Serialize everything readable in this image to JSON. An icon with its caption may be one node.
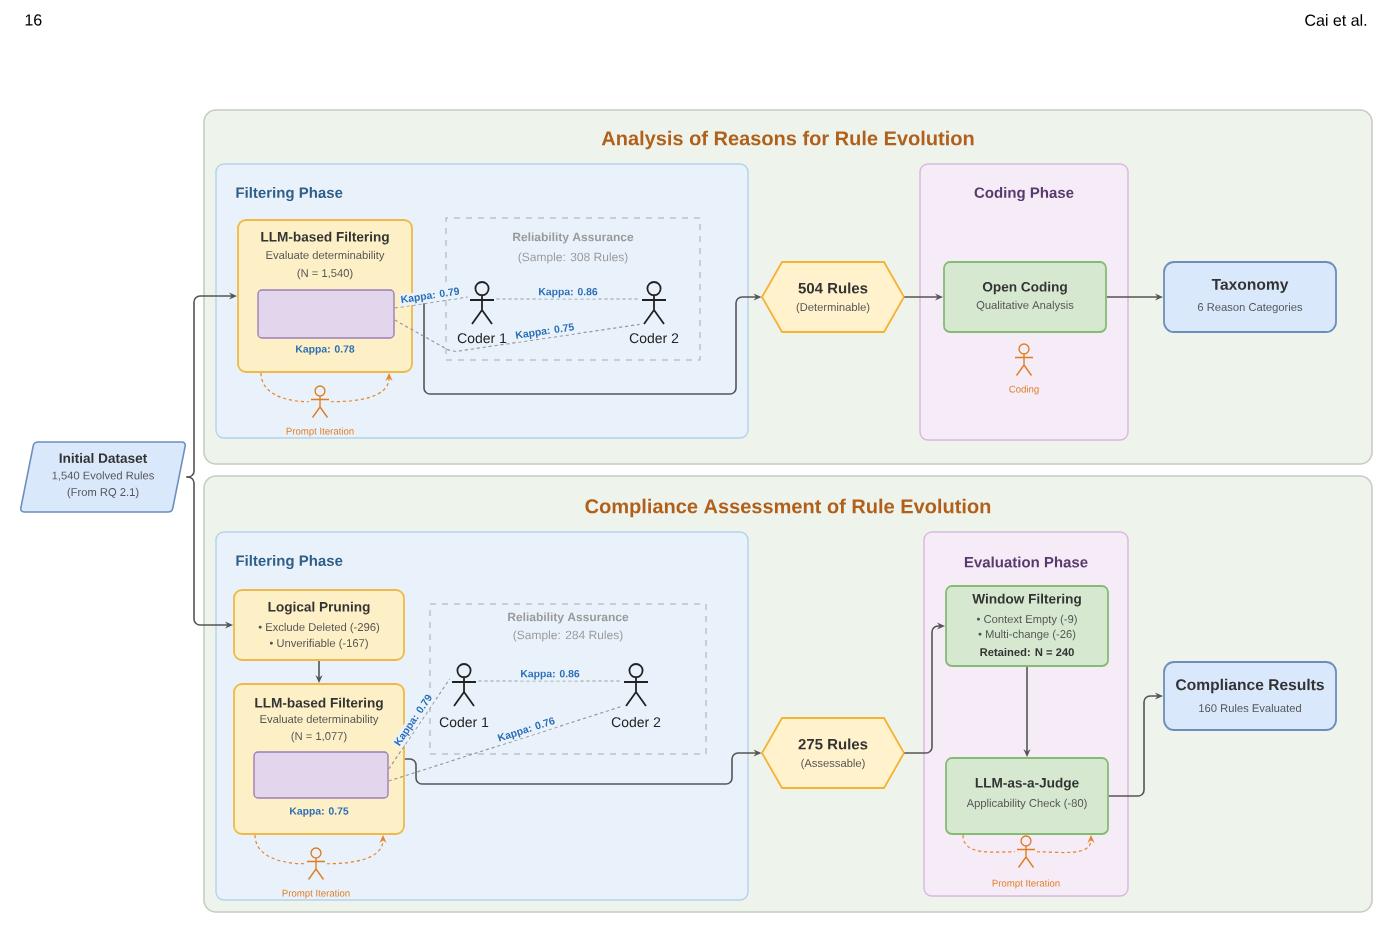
{
  "diagram": {
    "nodes": [
      {
        "text": [
          "Analysis of Reasons for Rule Evolution"
        ]
      },
      {
        "text": [
          "Filtering Phase"
        ],
        "in": 0
      },
      {
        "text": [
          "LLM-based Filtering",
          "Evaluate determinability",
          "(N = 1,540)",
          "Kappa: 0.78"
        ],
        "in": 1
      },
      {
        "text": [],
        "shape": "box",
        "in": 2
      },
      {
        "text": [
          "Reliability Assurance",
          "(Sample: 308 Rules)"
        ],
        "in": 1
      },
      {
        "text": [
          "Coder 1"
        ],
        "in": 4
      },
      {
        "text": [
          "Coder 2"
        ],
        "in": 4
      },
      {
        "text": [
          "Prompt Iteration"
        ],
        "in": 1
      },
      {
        "text": [
          "504 Rules",
          "(Determinable)"
        ],
        "in": 0
      },
      {
        "text": [
          "Coding Phase"
        ],
        "in": 0
      },
      {
        "text": [
          "Open Coding",
          "Qualitative Analysis"
        ],
        "in": 9
      },
      {
        "text": [
          "Coding"
        ],
        "in": 9
      },
      {
        "text": [
          "Taxonomy",
          "6 Reason Categories"
        ],
        "in": 0
      },
      {
        "text": [
          "Initial Dataset",
          "1,540 Evolved Rules",
          "(From RQ 2.1)"
        ]
      },
      {
        "text": [
          "Compliance Assessment of Rule Evolution"
        ]
      },
      {
        "text": [
          "Filtering Phase"
        ],
        "in": 14
      },
      {
        "text": [
          "Logical Pruning",
          "• Exclude Deleted (-296)",
          "• Unverifiable (-167)"
        ],
        "in": 15
      },
      {
        "text": [
          "LLM-based Filtering",
          "Evaluate determinability",
          "(N = 1,077)",
          "Kappa: 0.75"
        ],
        "in": 15
      },
      {
        "text": [],
        "shape": "box",
        "in": 17
      },
      {
        "text": [
          "Reliability Assurance",
          "(Sample: 284 Rules)"
        ],
        "in": 15
      },
      {
        "text": [
          "Coder 1"
        ],
        "in": 19
      },
      {
        "text": [
          "Coder 2"
        ],
        "in": 19
      },
      {
        "text": [
          "Prompt Iteration"
        ],
        "in": 15
      },
      {
        "text": [
          "275 Rules",
          "(Assessable)"
        ],
        "in": 14
      },
      {
        "text": [
          "Evaluation Phase"
        ],
        "in": 14
      },
      {
        "text": [
          "Window Filtering",
          "• Context Empty (-9)",
          "• Multi-change (-26)",
          "Retained: N = 240"
        ],
        "in": 24
      },
      {
        "text": [
          "LLM-as-a-Judge",
          "Applicability Check (-80)"
        ],
        "in": 24
      },
      {
        "text": [
          "Prompt Iteration"
        ],
        "in": 24
      },
      {
        "text": [
          "Compliance Results",
          "160 Rules Evaluated"
        ],
        "in": 14
      }
    ],
    "edges": [
      {
        "from": 13,
        "to": 2,
        "arrow": "to"
      },
      {
        "from": 13,
        "to": 16,
        "arrow": "to"
      },
      {
        "from": 2,
        "to": 8,
        "arrow": "to"
      },
      {
        "from": 8,
        "to": 10,
        "arrow": "to"
      },
      {
        "from": 10,
        "to": 12,
        "arrow": "to"
      },
      {
        "from": 3,
        "to": 5,
        "arrow": "none",
        "label": "Kappa: 0.79",
        "style": "dashed",
        "color": "#999999"
      },
      {
        "from": 3,
        "to": 6,
        "arrow": "none",
        "label": "Kappa: 0.75",
        "style": "dashed",
        "color": "#999999"
      },
      {
        "from": 5,
        "to": 6,
        "arrow": "none",
        "label": "Kappa: 0.86",
        "style": "dashed",
        "color": "#999999"
      },
      {
        "from": 2,
        "to": 7,
        "arrow": "none",
        "style": "dashed",
        "color": "#e8842a"
      },
      {
        "from": 7,
        "to": 2,
        "arrow": "to",
        "style": "dashed",
        "color": "#e8842a"
      },
      {
        "from": 16,
        "to": 17,
        "arrow": "to"
      },
      {
        "from": 17,
        "to": 23,
        "arrow": "to"
      },
      {
        "from": 18,
        "to": 20,
        "arrow": "none",
        "label": "Kappa: 0.79",
        "style": "dashed",
        "color": "#999999"
      },
      {
        "from": 18,
        "to": 21,
        "arrow": "none",
        "label": "Kappa: 0.76",
        "style": "dashed",
        "color": "#999999"
      },
      {
        "from": 20,
        "to": 21,
        "arrow": "none",
        "label": "Kappa: 0.86",
        "style": "dashed",
        "color": "#999999"
      },
      {
        "from": 17,
        "to": 22,
        "arrow": "none",
        "style": "dashed",
        "color": "#e8842a"
      },
      {
        "from": 22,
        "to": 17,
        "arrow": "to",
        "style": "dashed",
        "color": "#e8842a"
      },
      {
        "from": 23,
        "to": 25,
        "arrow": "to"
      },
      {
        "from": 25,
        "to": 26,
        "arrow": "to"
      },
      {
        "from": 26,
        "to": 28,
        "arrow": "to"
      },
      {
        "from": 26,
        "to": 27,
        "arrow": "none",
        "style": "dashed",
        "color": "#e8842a"
      },
      {
        "from": 27,
        "to": 26,
        "arrow": "to",
        "style": "dashed",
        "color": "#e8842a"
      }
    ],
    "labels": [
      "16",
      "Cai et al."
    ]
  }
}
